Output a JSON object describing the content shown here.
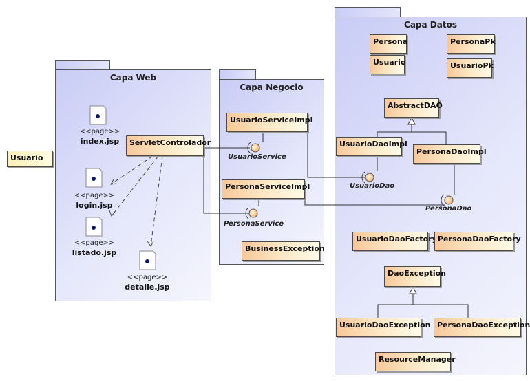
{
  "actor": {
    "label": "Usuario"
  },
  "packages": {
    "web": {
      "title": "Capa Web"
    },
    "negocio": {
      "title": "Capa Negocio"
    },
    "datos": {
      "title": "Capa Datos"
    }
  },
  "web": {
    "controller": "ServletControlador",
    "stereotype": "<<page>>",
    "pages": [
      "index.jsp",
      "login.jsp",
      "listado.jsp",
      "detalle.jsp"
    ]
  },
  "negocio": {
    "usuario_service_impl": "UsuarioServiceImpl",
    "persona_service_impl": "PersonaServiceImpl",
    "business_exception": "BusinessException",
    "usuario_service": "UsuarioService",
    "persona_service": "PersonaService"
  },
  "datos": {
    "persona": "Persona",
    "persona_pk": "PersonaPk",
    "usuario": "Usuario",
    "usuario_pk": "UsuarioPk",
    "abstract_dao": "AbstractDAO",
    "usuario_dao_impl": "UsuarioDaoImpl",
    "persona_dao_impl": "PersonaDaoImpl",
    "usuario_dao": "UsuarioDao",
    "persona_dao": "PersonaDao",
    "usuario_dao_factory": "UsuarioDaoFactory",
    "persona_dao_factory": "PersonaDaoFactory",
    "dao_exception": "DaoException",
    "usuario_dao_exception": "UsuarioDaoException",
    "persona_dao_exception": "PersonaDaoException",
    "resource_manager": "ResourceManager"
  }
}
